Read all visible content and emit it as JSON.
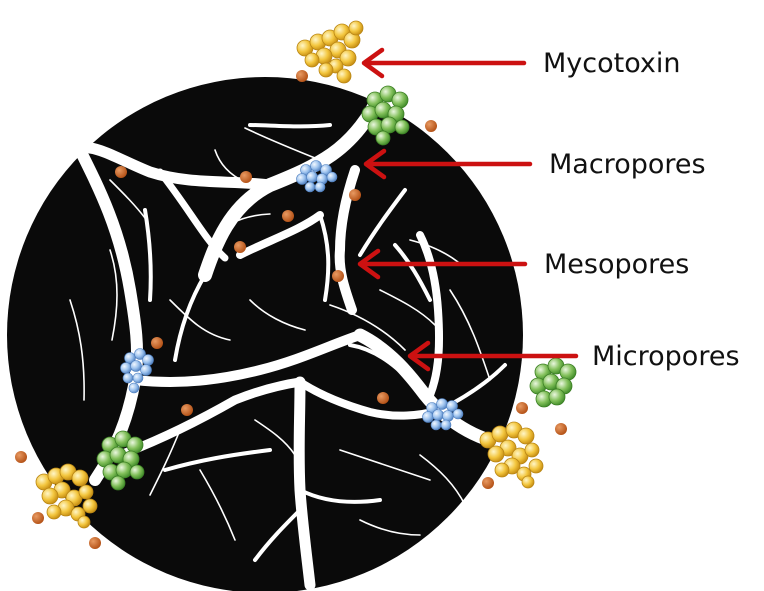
{
  "labels": {
    "mycotoxin": "Mycotoxin",
    "macropores": "Macropores",
    "mesopores": "Mesopores",
    "micropores": "Micropores"
  },
  "colors": {
    "background": "#ffffff",
    "particle": "#0a0a0a",
    "pore": "#ffffff",
    "arrow": "#cc1111",
    "small_dot": "#c0571c",
    "yellow_molecule": "#f0c23a",
    "green_molecule": "#6fb24a",
    "blue_molecule": "#8fb6e6"
  },
  "icons": {
    "yellow_molecule": "yellow-molecule-cluster-icon",
    "green_molecule": "green-molecule-cluster-icon",
    "blue_molecule": "blue-molecule-cluster-icon",
    "small_molecule": "orange-dot-icon"
  }
}
